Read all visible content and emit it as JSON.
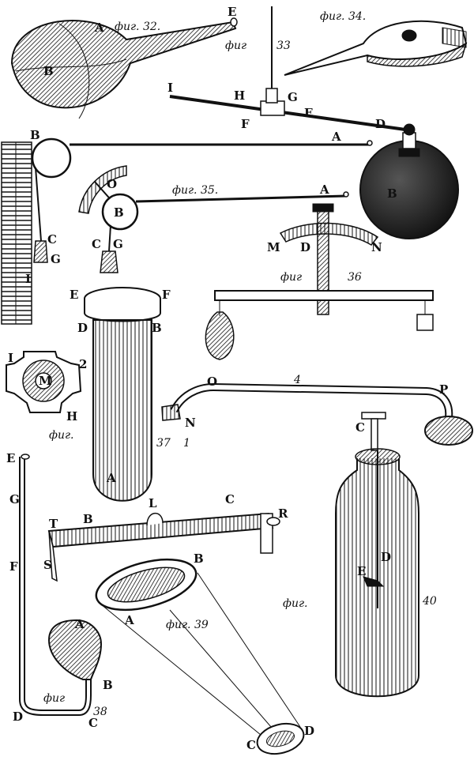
{
  "captions": {
    "fig32": "фиг. 32.",
    "fig33": "фиг",
    "fig33_num": "33",
    "fig34": "фиг. 34.",
    "fig35": "фиг. 35.",
    "fig36": "фиг",
    "fig36_num": "36",
    "fig37": "фиг.",
    "fig37_num": "37",
    "fig37_sub": "1",
    "fig38": "фиг",
    "fig38_num": "38",
    "fig39": "фиг. 39",
    "fig40": "фиг.",
    "fig40_num": "40"
  },
  "labels": {
    "f32_A": "A",
    "f32_B": "B",
    "f32_E": "E",
    "f33_I": "I",
    "f33_H": "H",
    "f33_G": "G",
    "f33_F": "F",
    "f33_E": "E",
    "f33_D": "D",
    "f34_B": "B",
    "f34_A": "A",
    "f34_C": "C",
    "f34_G": "G",
    "f34_I": "I",
    "f35_O": "O",
    "f35_B": "B",
    "f35_A": "A",
    "f35_C": "C",
    "f35_G": "G",
    "f36_M": "M",
    "f36_D": "D",
    "f36_N": "N",
    "f37_E": "E",
    "f37_F": "F",
    "f37_D": "D",
    "f37_B": "B",
    "f37_A": "A",
    "ring_I": "I",
    "ring_2": "2",
    "ring_M": "M",
    "ring_H": "H",
    "tube_O": "O",
    "tube_4": "4",
    "tube_P": "P",
    "tube_N": "N",
    "f38_E": "E",
    "f38_G": "G",
    "f38_F": "F",
    "f38_A": "A",
    "f38_B": "B",
    "f38_D": "D",
    "f38_C": "C",
    "rule_T": "T",
    "rule_B": "B",
    "rule_L": "L",
    "rule_C": "C",
    "rule_R": "R",
    "rule_S": "S",
    "f39_B": "B",
    "f39_A": "A",
    "f39_C": "C",
    "f39_D": "D",
    "f40_C": "C",
    "f40_D": "D",
    "f40_E": "E"
  }
}
